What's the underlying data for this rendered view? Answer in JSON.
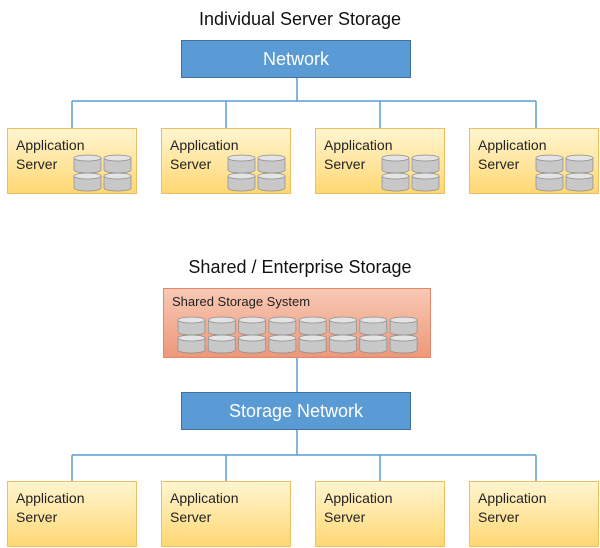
{
  "top": {
    "title": "Individual Server Storage",
    "network_label": "Network",
    "servers": [
      {
        "line1": "Application",
        "line2": "Server"
      },
      {
        "line1": "Application",
        "line2": "Server"
      },
      {
        "line1": "Application",
        "line2": "Server"
      },
      {
        "line1": "Application",
        "line2": "Server"
      }
    ]
  },
  "bottom": {
    "title": "Shared / Enterprise Storage",
    "shared_storage_label": "Shared Storage System",
    "network_label": "Storage Network",
    "servers": [
      {
        "line1": "Application",
        "line2": "Server"
      },
      {
        "line1": "Application",
        "line2": "Server"
      },
      {
        "line1": "Application",
        "line2": "Server"
      },
      {
        "line1": "Application",
        "line2": "Server"
      }
    ]
  },
  "colors": {
    "network_fill": "#5b9bd5",
    "server_fill": "#ffd874",
    "shared_fill": "#ee9879",
    "connector": "#5b9bd5",
    "disk": "#c8c8c8"
  }
}
